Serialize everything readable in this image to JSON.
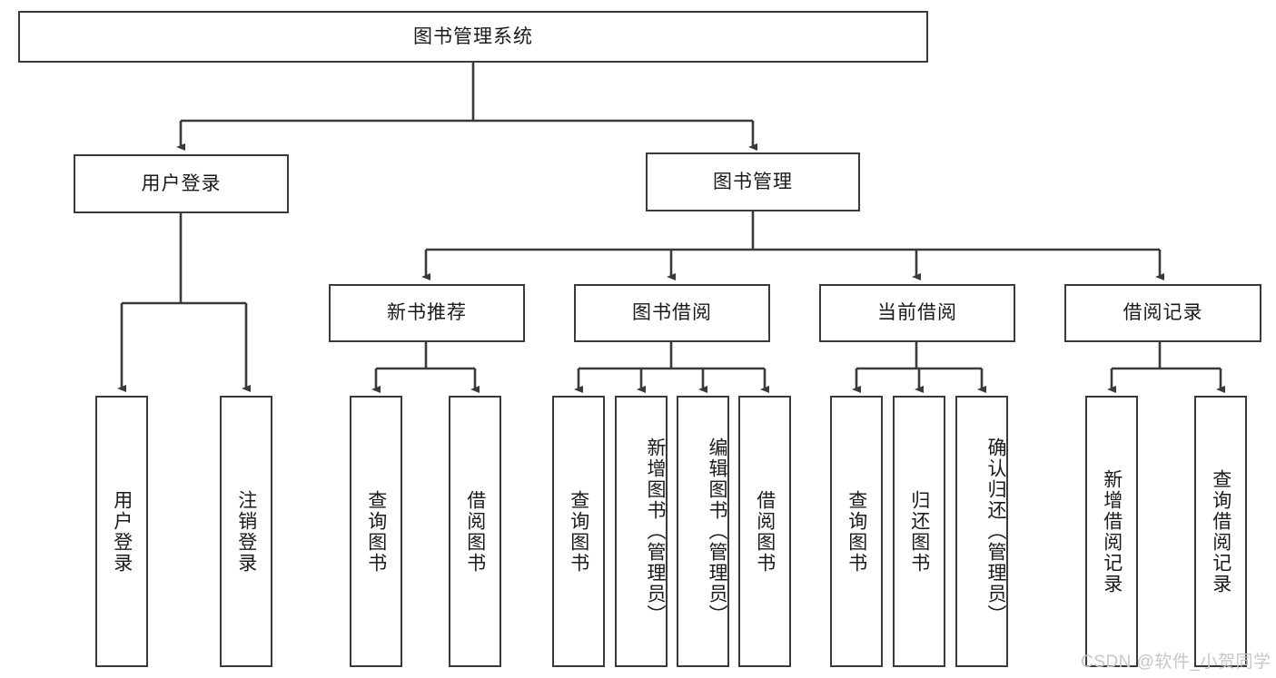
{
  "diagram": {
    "type": "tree-hierarchy-chart",
    "title": "图书管理系统",
    "root": {
      "id": "root",
      "label": "图书管理系统"
    },
    "level2": [
      {
        "id": "user-login",
        "label": "用户登录"
      },
      {
        "id": "book-management",
        "label": "图书管理"
      }
    ],
    "level3": [
      {
        "id": "new-book-recommend",
        "label": "新书推荐",
        "parent": "book-management"
      },
      {
        "id": "book-borrow",
        "label": "图书借阅",
        "parent": "book-management"
      },
      {
        "id": "current-borrow",
        "label": "当前借阅",
        "parent": "book-management"
      },
      {
        "id": "borrow-record",
        "label": "借阅记录",
        "parent": "book-management"
      }
    ],
    "leaves": [
      {
        "id": "leaf-user-login",
        "label": "用户登录",
        "parent": "user-login"
      },
      {
        "id": "leaf-logout-login",
        "label": "注销登录",
        "parent": "user-login"
      },
      {
        "id": "leaf-query-book-1",
        "label": "查询图书",
        "parent": "new-book-recommend"
      },
      {
        "id": "leaf-borrow-book-1",
        "label": "借阅图书",
        "parent": "new-book-recommend"
      },
      {
        "id": "leaf-query-book-2",
        "label": "查询图书",
        "parent": "book-borrow"
      },
      {
        "id": "leaf-add-book",
        "label": "新增图书（管理员）",
        "parent": "book-borrow"
      },
      {
        "id": "leaf-edit-book",
        "label": "编辑图书（管理员）",
        "parent": "book-borrow"
      },
      {
        "id": "leaf-borrow-book-2",
        "label": "借阅图书",
        "parent": "book-borrow"
      },
      {
        "id": "leaf-query-book-3",
        "label": "查询图书",
        "parent": "current-borrow"
      },
      {
        "id": "leaf-return-book",
        "label": "归还图书",
        "parent": "current-borrow"
      },
      {
        "id": "leaf-confirm-return",
        "label": "确认归还（管理员）",
        "parent": "current-borrow"
      },
      {
        "id": "leaf-add-record",
        "label": "新增借阅记录",
        "parent": "borrow-record"
      },
      {
        "id": "leaf-query-record",
        "label": "查询借阅记录",
        "parent": "borrow-record"
      }
    ],
    "watermark": "CSDN @软件_小贺同学",
    "colors": {
      "stroke": "#3a3a3a",
      "background": "#ffffff",
      "text": "#1a1a1a",
      "watermark": "#c6c6c6"
    }
  }
}
